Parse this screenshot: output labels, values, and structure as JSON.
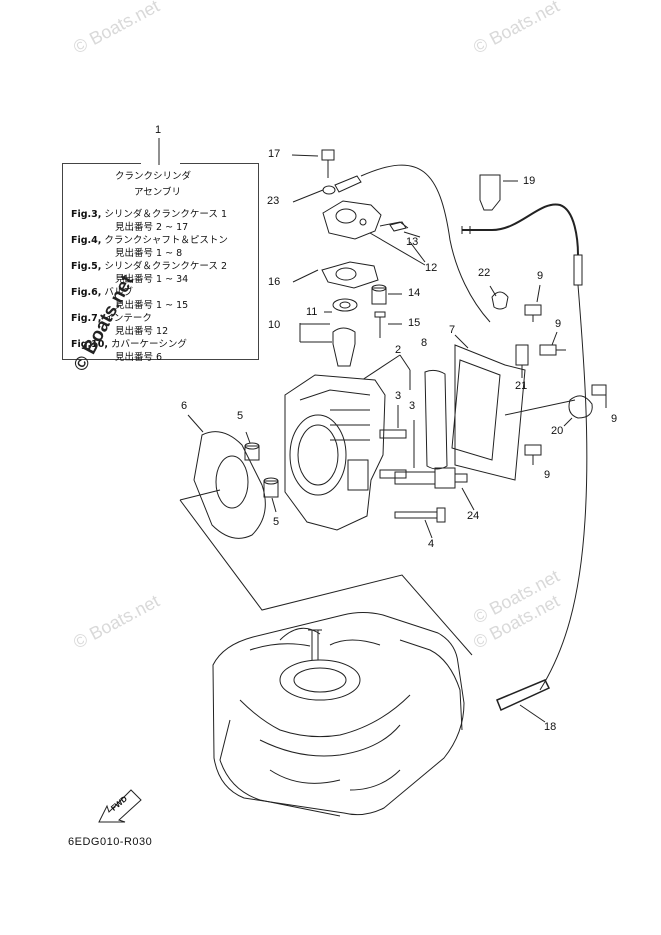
{
  "watermark": "© Boats.net",
  "legend": {
    "callout_number": "1",
    "title_line1": "クランクシリンダ",
    "title_line2": "アセンブリ",
    "entries": [
      {
        "fig": "Fig.3,",
        "name": "シリンダ＆クランクケース 1",
        "ref": "見出番号 2 ~ 17"
      },
      {
        "fig": "Fig.4,",
        "name": "クランクシャフト＆ピストン",
        "ref": "見出番号 1 ~ 8"
      },
      {
        "fig": "Fig.5,",
        "name": "シリンダ＆クランクケース 2",
        "ref": "見出番号 1 ~ 34"
      },
      {
        "fig": "Fig.6,",
        "name": "バルブ",
        "ref": "見出番号 1 ~ 15"
      },
      {
        "fig": "Fig.7,",
        "name": "インテーク",
        "ref": "見出番号 12"
      },
      {
        "fig": "Fig.10,",
        "name": "カバーケーシング",
        "ref": "見出番号 6"
      }
    ]
  },
  "callouts": {
    "c2": "2",
    "c3a": "3",
    "c3b": "3",
    "c4": "4",
    "c5a": "5",
    "c5b": "5",
    "c6": "6",
    "c7": "7",
    "c8": "8",
    "c9a": "9",
    "c9b": "9",
    "c9c": "9",
    "c9d": "9",
    "c10": "10",
    "c11": "11",
    "c12": "12",
    "c13": "13",
    "c14": "14",
    "c15": "15",
    "c16": "16",
    "c17": "17",
    "c18": "18",
    "c19": "19",
    "c20": "20",
    "c21": "21",
    "c22": "22",
    "c23": "23",
    "c24": "24"
  },
  "fwd_label": "FWD",
  "drawing_code": "6EDG010-R030"
}
